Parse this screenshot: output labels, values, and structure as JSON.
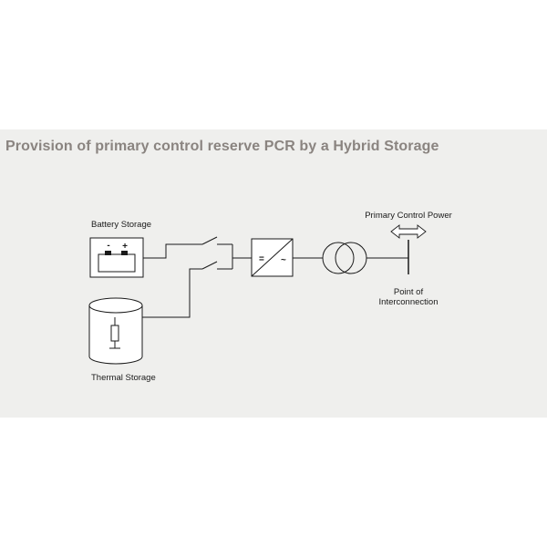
{
  "title": "Provision of  primary control reserve PCR by a Hybrid Storage",
  "labels": {
    "battery_storage": "Battery Storage",
    "thermal_storage": "Thermal Storage",
    "primary_control_power": "Primary Control Power",
    "point_of": "Point of",
    "interconnection": "Interconnection",
    "battery_minus": "-",
    "battery_plus": "+",
    "converter_dc": "=",
    "converter_ac": "~"
  },
  "icons": [
    "battery-icon",
    "switch-icon",
    "converter-icon",
    "transformer-icon",
    "bidirectional-arrow-icon",
    "resistor-icon",
    "tank-icon"
  ],
  "colors": {
    "background": "#efefed",
    "title": "#8a8480",
    "line": "#1a1a1a",
    "component_fill": "#ffffff"
  }
}
